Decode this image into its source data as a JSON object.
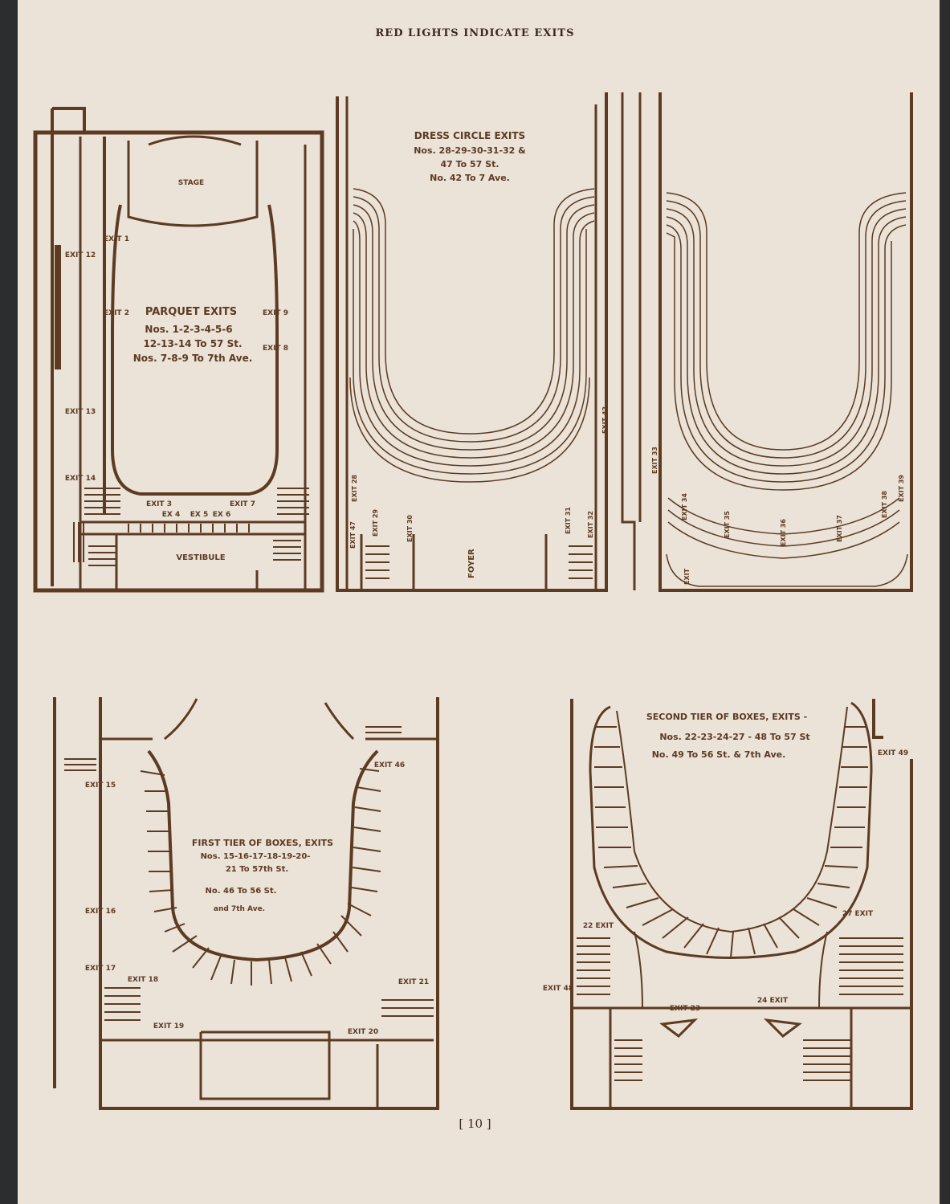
{
  "header": "RED LIGHTS INDICATE EXITS",
  "page_number": "[ 10 ]",
  "parquet": {
    "stage": "STAGE",
    "vestibule": "VESTIBULE",
    "title": "PARQUET EXITS",
    "lines": [
      "Nos. 1-2-3-4-5-6",
      "12-13-14 To 57 St.",
      "Nos. 7-8-9 To 7th Ave."
    ],
    "exits": [
      "EXIT 1",
      "EXIT 2",
      "EXIT 3",
      "EX 4",
      "EX 5",
      "EX 6",
      "EXIT 7",
      "EXIT 8",
      "EXIT 9",
      "EXIT 12",
      "EXIT 13",
      "EXIT 14"
    ]
  },
  "dress_circle": {
    "title": "DRESS CIRCLE EXITS",
    "lines": [
      "Nos. 28-29-30-31-32 &",
      "47 To 57 St.",
      "No. 42 To 7 Ave."
    ],
    "foyer": "FOYER",
    "exits": [
      "EXIT 28",
      "EXIT 29",
      "EXIT 30",
      "EXIT 31",
      "EXIT 32",
      "EXIT 42",
      "EXIT 47"
    ]
  },
  "balcony": {
    "exits": [
      "EXIT 33",
      "EXIT 34",
      "EXIT 35",
      "EXIT 36",
      "EXIT 37",
      "EXIT 38",
      "EXIT 39",
      "EXIT"
    ]
  },
  "first_tier": {
    "title": "FIRST TIER OF BOXES, EXITS",
    "lines": [
      "Nos. 15-16-17-18-19-20-",
      "21 To 57th St.",
      "No. 46 To 56 St.",
      "and 7th Ave."
    ],
    "exits": [
      "EXIT 15",
      "EXIT 16",
      "EXIT 17",
      "EXIT 18",
      "EXIT 19",
      "EXIT 20",
      "EXIT 21",
      "EXIT 46"
    ]
  },
  "second_tier": {
    "title": "SECOND TIER OF BOXES, EXITS -",
    "lines": [
      "Nos. 22-23-24-27 - 48 To 57 St",
      "No. 49 To 56 St. & 7th Ave."
    ],
    "exits": [
      "EXIT 49",
      "22 EXIT",
      "27 EXIT",
      "EXIT 48",
      "EXIT 23",
      "24 EXIT"
    ]
  }
}
